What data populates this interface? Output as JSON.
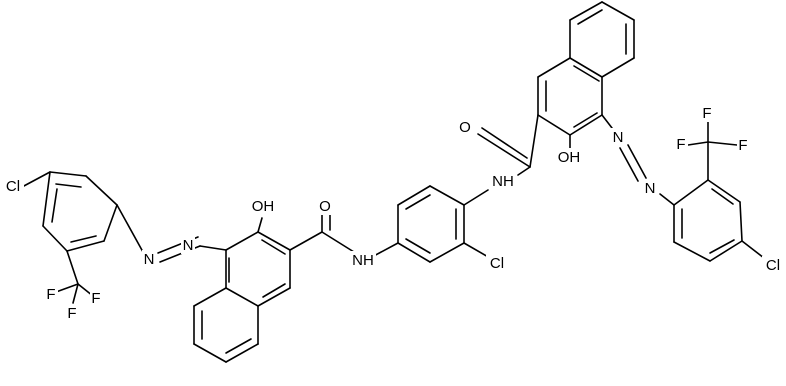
{
  "atoms": [
    {
      "id": 0,
      "label": "Cl"
    },
    {
      "id": 1,
      "label": "F"
    },
    {
      "id": 2,
      "label": "F"
    },
    {
      "id": 3,
      "label": "F"
    },
    {
      "id": 4,
      "label": "N"
    },
    {
      "id": 5,
      "label": "N"
    },
    {
      "id": 6,
      "label": "OH"
    },
    {
      "id": 7,
      "label": "O"
    },
    {
      "id": 8,
      "label": "NH"
    },
    {
      "id": 9,
      "label": "Cl"
    },
    {
      "id": 10,
      "label": "NH"
    },
    {
      "id": 11,
      "label": "O"
    },
    {
      "id": 12,
      "label": "OH"
    },
    {
      "id": 13,
      "label": "N"
    },
    {
      "id": 14,
      "label": "N"
    },
    {
      "id": 15,
      "label": "F"
    },
    {
      "id": 16,
      "label": "F"
    },
    {
      "id": 17,
      "label": "F"
    },
    {
      "id": 18,
      "label": "Cl"
    }
  ]
}
